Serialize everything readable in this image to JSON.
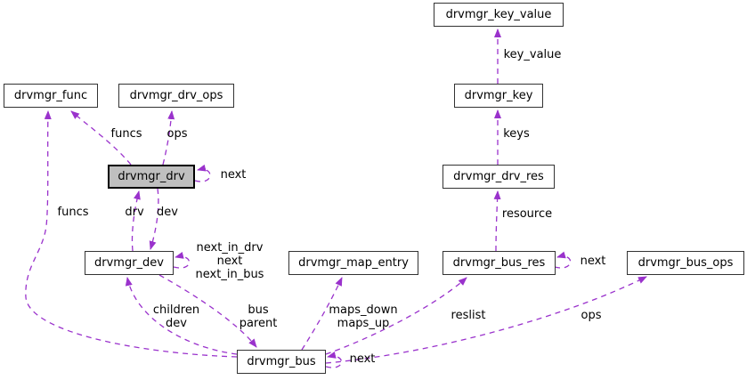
{
  "colors": {
    "edge": "#9a32cc",
    "node_border": "#333333",
    "node_fill": "#ffffff",
    "selected_node_fill": "#bfbfbf",
    "selected_node_border": "#000000",
    "background": "#ffffff",
    "text": "#000000"
  },
  "nodes": {
    "key_value": {
      "label": "drvmgr_key_value"
    },
    "func": {
      "label": "drvmgr_func"
    },
    "drv_ops": {
      "label": "drvmgr_drv_ops"
    },
    "key": {
      "label": "drvmgr_key"
    },
    "drv": {
      "label": "drvmgr_drv",
      "selected": true
    },
    "drv_res": {
      "label": "drvmgr_drv_res"
    },
    "dev": {
      "label": "drvmgr_dev"
    },
    "map_entry": {
      "label": "drvmgr_map_entry"
    },
    "bus_res": {
      "label": "drvmgr_bus_res"
    },
    "bus_ops": {
      "label": "drvmgr_bus_ops"
    },
    "bus": {
      "label": "drvmgr_bus"
    }
  },
  "edge_labels": {
    "key_value": "key_value",
    "keys": "keys",
    "resource": "resource",
    "funcs_top": "funcs",
    "ops_top": "ops",
    "next_drv": "next",
    "funcs_left": "funcs",
    "drv": "drv",
    "dev": "dev",
    "dev_loop_1": "next_in_drv",
    "dev_loop_2": "next",
    "dev_loop_3": "next_in_bus",
    "children": "children",
    "children_dev": "dev",
    "bus": "bus",
    "parent": "parent",
    "maps_down": "maps_down",
    "maps_up": "maps_up",
    "reslist": "reslist",
    "ops_bottom": "ops",
    "next_bus_res": "next",
    "next_bus": "next"
  }
}
